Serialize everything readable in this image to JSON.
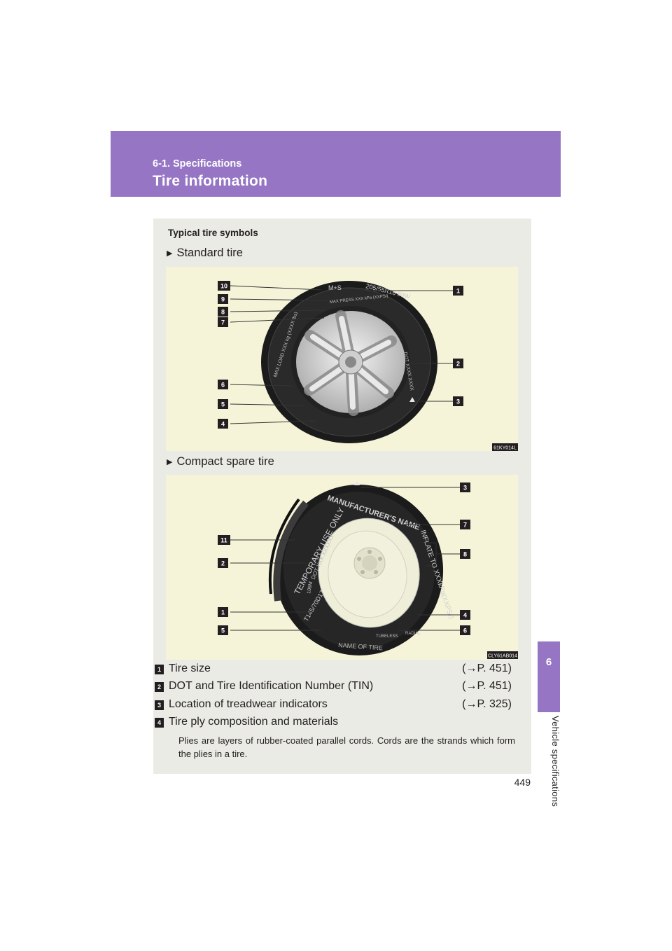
{
  "header": {
    "section": "6-1. Specifications",
    "title": "Tire information"
  },
  "side_tab": {
    "number": "6",
    "label": "Vehicle specifications"
  },
  "page_number": "449",
  "panel": {
    "heading": "Typical tire symbols",
    "standard": {
      "label": "Standard tire",
      "figure_code": "61KY014L",
      "sidewall_texts": [
        "M+S",
        "205/55R16 89W",
        "DOT XXXX XXXX",
        "MAX LOAD XXX kg (XXXX lbs)",
        "MAX PRESS XXX kPa (XXPSI)"
      ],
      "callouts_left": [
        "10",
        "9",
        "8",
        "7",
        "6",
        "5",
        "4"
      ],
      "callouts_right": [
        "1",
        "2",
        "3"
      ]
    },
    "spare": {
      "label": "Compact spare tire",
      "figure_code": "CLY61AB014",
      "sidewall_texts": [
        "MANUFACTURER'S NAME",
        "TEMPORARY USE ONLY",
        "INFLATE TO XXXkPa(XXPSI)",
        "DOT XXX XXXXXX",
        "T145/70D17",
        "106M",
        "NAME OF TIRE",
        "TUBELESS",
        "RADIAL"
      ],
      "callouts_left": [
        "11",
        "2",
        "1",
        "5"
      ],
      "callouts_right": [
        "3",
        "7",
        "8",
        "4",
        "6"
      ]
    },
    "items": [
      {
        "num": "1",
        "text": "Tire size",
        "ref": "(→P. 451)"
      },
      {
        "num": "2",
        "text": "DOT and Tire Identification Number (TIN)",
        "ref": "(→P. 451)"
      },
      {
        "num": "3",
        "text": "Location of treadwear indicators",
        "ref": "(→P. 325)"
      },
      {
        "num": "4",
        "text": "Tire ply composition and materials",
        "ref": ""
      }
    ],
    "note": "Plies are layers of rubber-coated parallel cords. Cords are the strands which form the plies in a tire."
  },
  "colors": {
    "accent": "#9575c4",
    "panel_bg": "#ebebe5",
    "figure_bg": "#f6f4d8"
  }
}
